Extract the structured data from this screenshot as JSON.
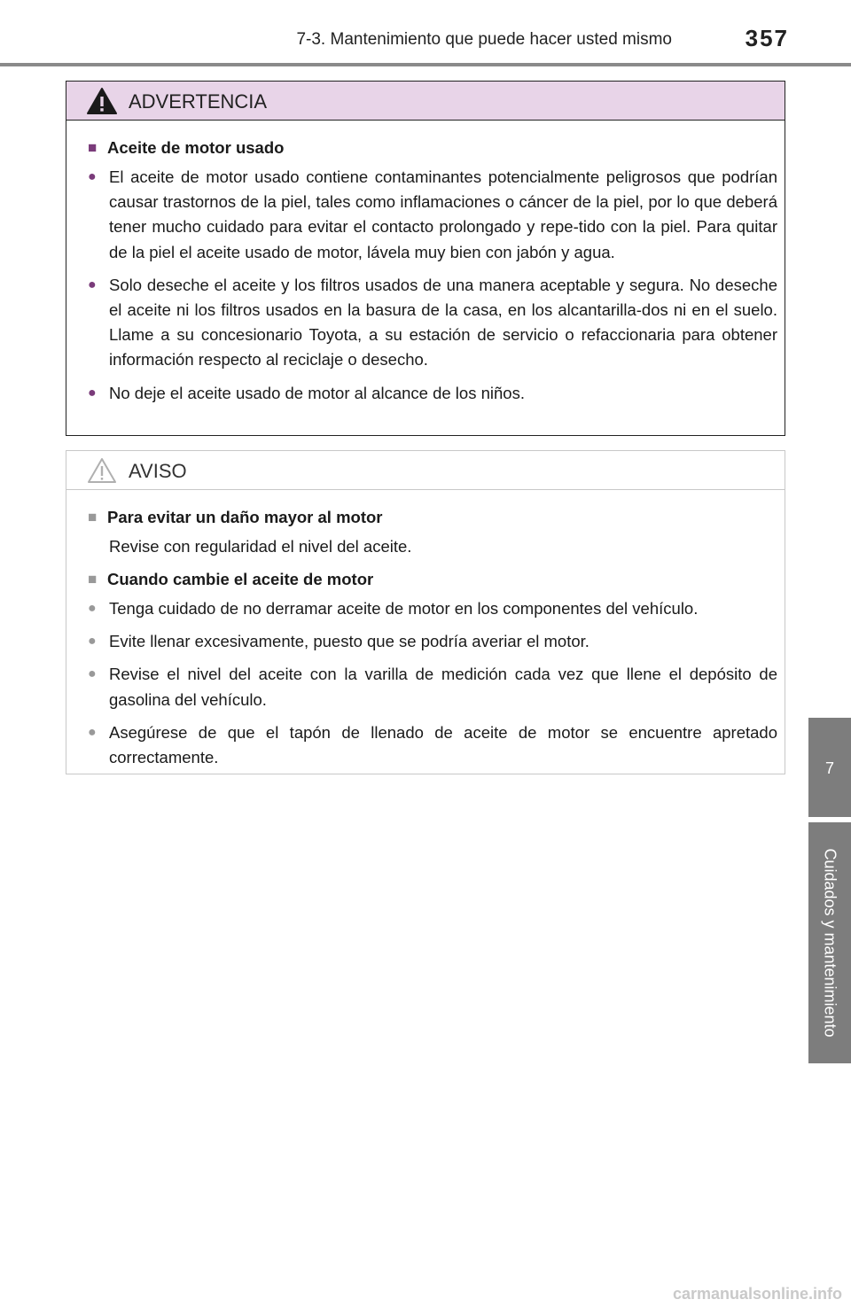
{
  "header": {
    "section_title": "7-3. Mantenimiento que puede hacer usted mismo",
    "page_number": "357"
  },
  "side_tab": {
    "chapter_number": "7",
    "chapter_label": "Cuidados y mantenimiento"
  },
  "warning_box": {
    "title": "ADVERTENCIA",
    "icon": "warning-triangle-icon",
    "accent_color": "#e8d4e8",
    "section_heading": "Aceite de motor usado",
    "bullets": [
      "El aceite de motor usado contiene contaminantes potencialmente peligrosos que podrían causar trastornos de la piel, tales como inflamaciones o cáncer de la piel, por lo que deberá tener mucho cuidado para evitar el contacto prolongado y repe-tido con la piel. Para quitar de la piel el aceite usado de motor, lávela muy bien con jabón y agua.",
      "Solo deseche el aceite y los filtros usados de una manera aceptable y segura. No deseche el aceite ni los filtros usados en la basura de la casa, en los alcantarilla-dos ni en el suelo. Llame a su concesionario Toyota, a su estación de servicio o refaccionaria para obtener información respecto al reciclaje o desecho.",
      "No deje el aceite usado de motor al alcance de los niños."
    ]
  },
  "notice_box": {
    "title": "AVISO",
    "icon": "caution-triangle-icon",
    "sections": [
      {
        "heading": "Para evitar un daño mayor al motor",
        "text": "Revise con regularidad el nivel del aceite."
      },
      {
        "heading": "Cuando cambie el aceite de motor",
        "bullets": [
          "Tenga cuidado de no derramar aceite de motor en los componentes del vehículo.",
          "Evite llenar excesivamente, puesto que se podría averiar el motor.",
          "Revise el nivel del aceite con la varilla de medición cada vez que llene el depósito de gasolina del vehículo.",
          "Asegúrese de que el tapón de llenado de aceite de motor se encuentre apretado correctamente."
        ]
      }
    ]
  },
  "watermark": "carmanualsonline.info"
}
